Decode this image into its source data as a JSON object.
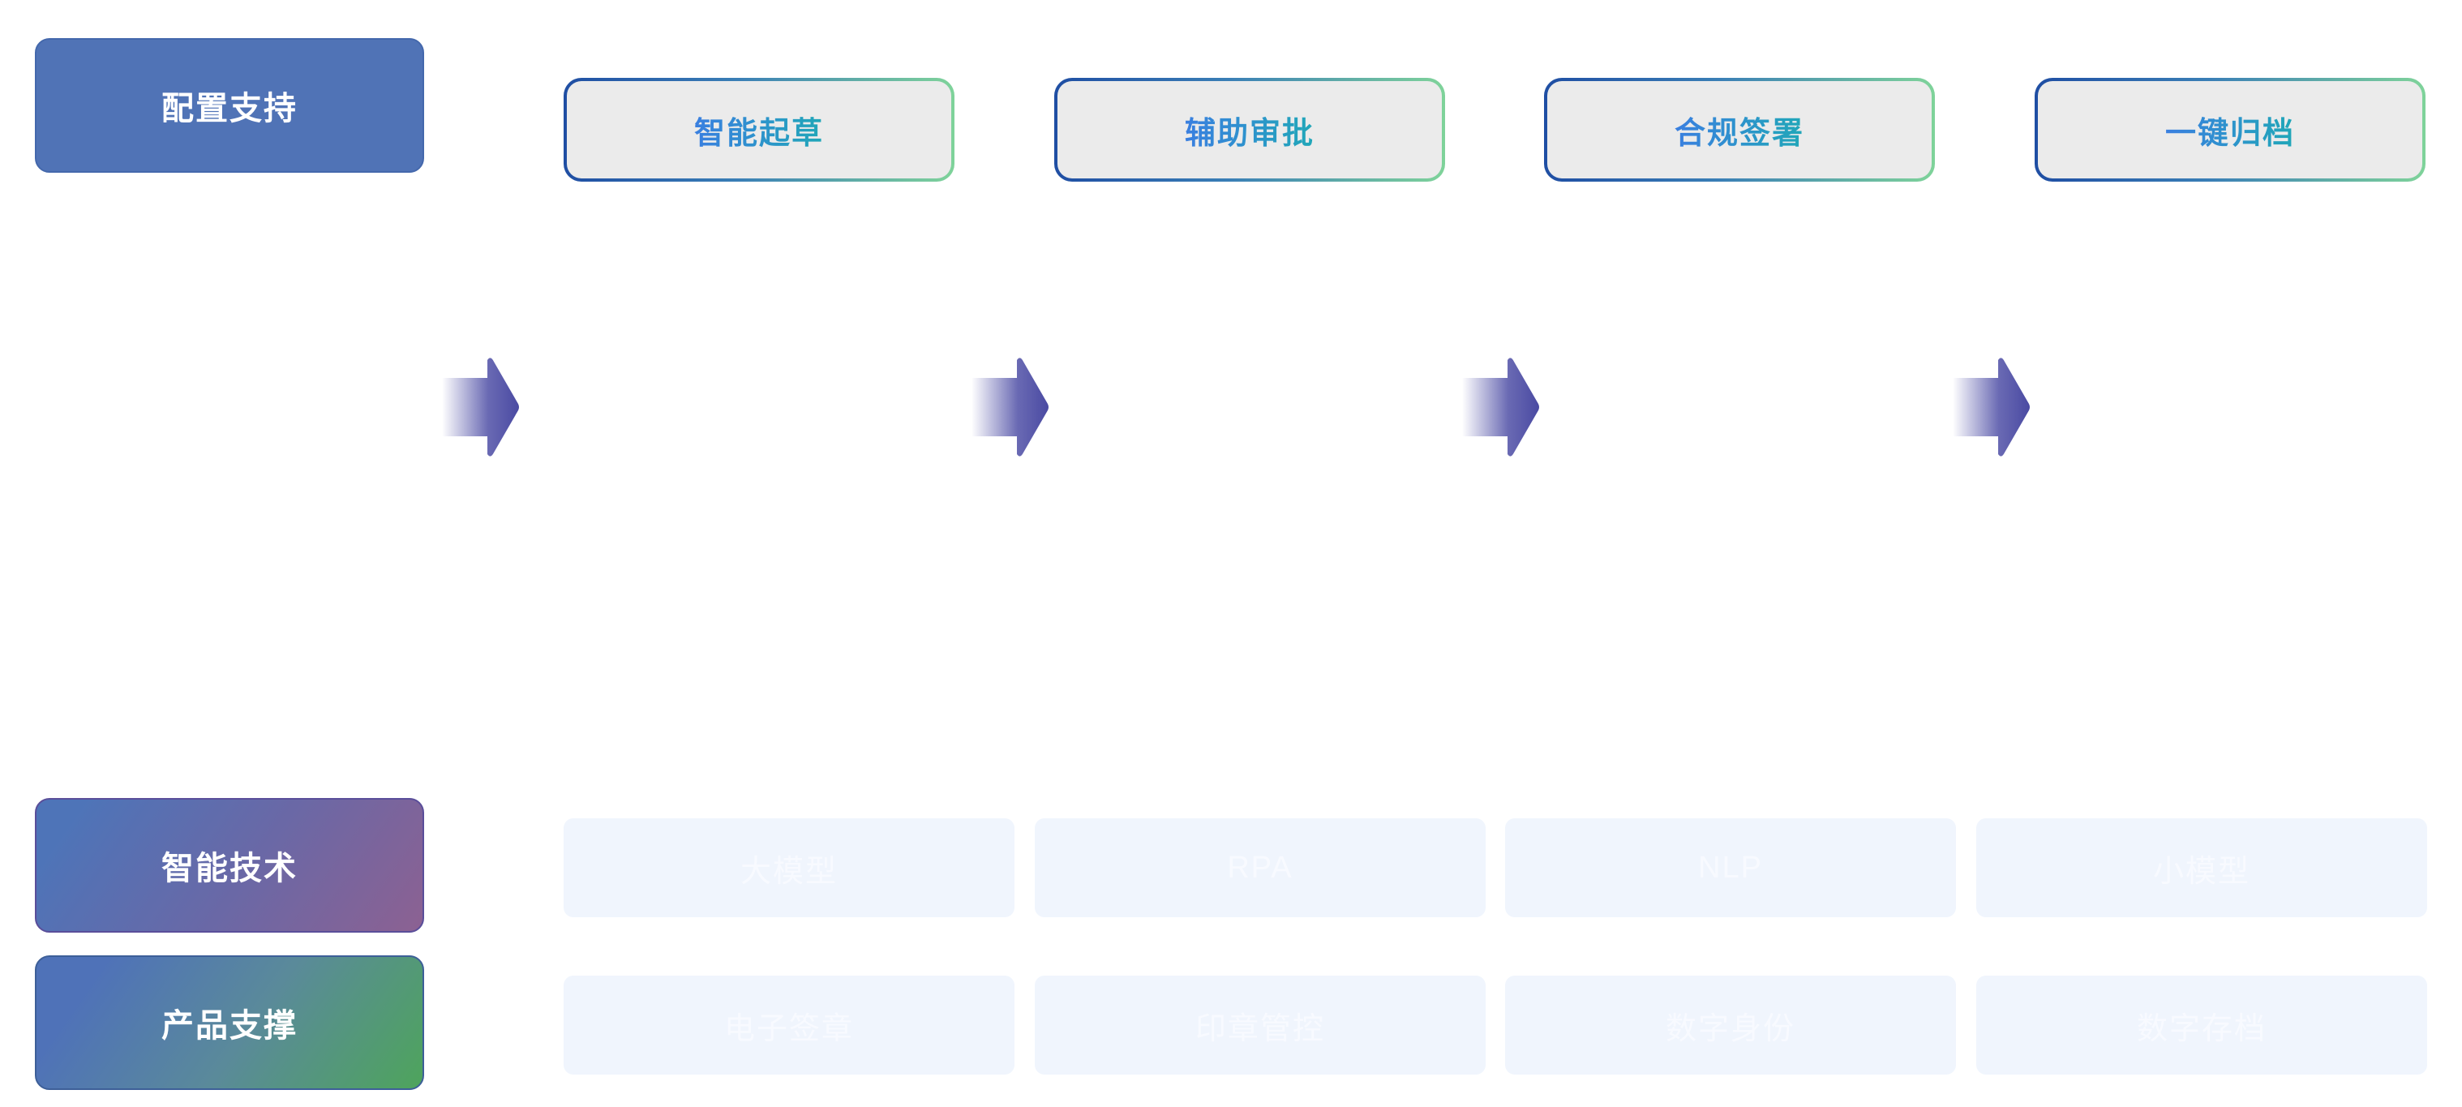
{
  "rows": {
    "config": "配置支持",
    "tech": "智能技术",
    "product": "产品支撑"
  },
  "steps": [
    "智能起草",
    "辅助审批",
    "合规签署",
    "一键归档"
  ],
  "tech_items": [
    "大模型",
    "RPA",
    "NLP",
    "小模型"
  ],
  "product_items": [
    "电子签章",
    "印章管控",
    "数字身份",
    "数字存档"
  ],
  "colors": {
    "label_blue": "#5073b6",
    "arrow": "#4f4fa6",
    "step_border_start": "#1f4ea3",
    "step_border_end": "#7fd39a",
    "step_fill": "#ebebeb",
    "pill_fill": "#f0f5fd",
    "product_green": "#4ea45c",
    "tech_purple": "#8c6192"
  },
  "icons": [
    "arrow-right-icon"
  ]
}
